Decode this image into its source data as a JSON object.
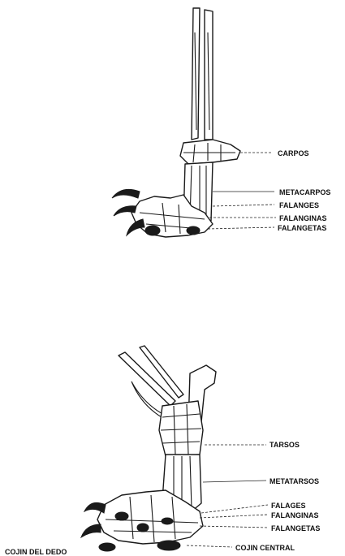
{
  "forelimb": {
    "labels": {
      "carpos": "CARPOS",
      "metacarpos": "METACARPOS",
      "falanges": "FALANGES",
      "falanginas": "FALANGINAS",
      "falangetas": "FALANGETAS"
    }
  },
  "hindlimb": {
    "labels": {
      "tarsos": "TARSOS",
      "metatarsos": "METATARSOS",
      "falages": "FALAGES",
      "falanginas": "FALANGINAS",
      "falangetas": "FALANGETAS",
      "cojin_central": "COJIN CENTRAL",
      "cojin_del_dedo": "COJIN DEL DEDO"
    }
  }
}
